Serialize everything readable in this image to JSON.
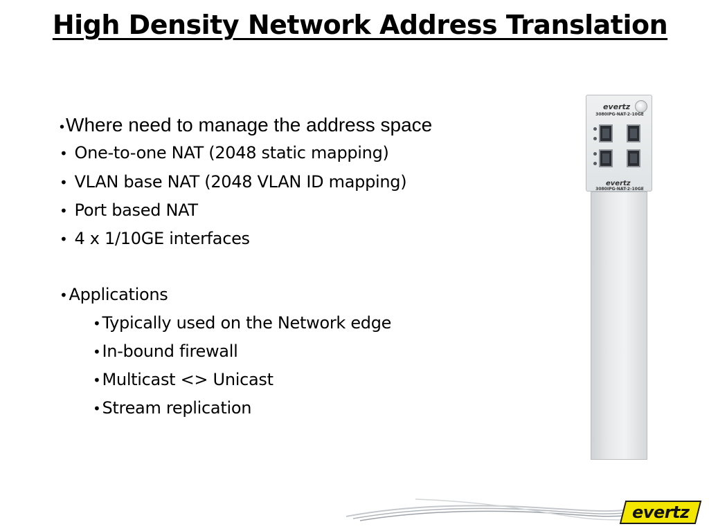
{
  "slide": {
    "title": "High Density Network Address Translation"
  },
  "bullets": {
    "items": [
      "Where need to manage the address space",
      "One-to-one NAT (2048 static mapping)",
      "VLAN base NAT (2048 VLAN ID mapping)",
      "Port based NAT",
      "4 x 1/10GE interfaces"
    ],
    "applications_label": "Applications",
    "applications": [
      "Typically used on the Network edge",
      "In-bound firewall",
      "Multicast <> Unicast",
      "Stream replication"
    ]
  },
  "bullet_char": "•",
  "device": {
    "logo": "evertz",
    "model_label": "3080IPG-NAT-2-10GE",
    "lower_logo": "evertz",
    "lower_model_label": "3080IPG-NAT-2-10GE"
  },
  "footer": {
    "brand": "evertz",
    "brand_color": "#f3e600"
  }
}
